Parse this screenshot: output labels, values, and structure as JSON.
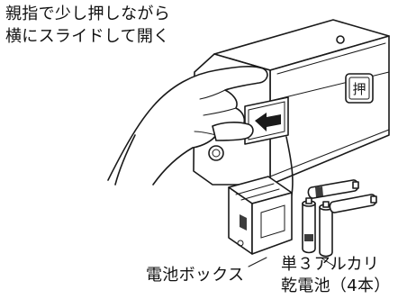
{
  "instruction": {
    "line1": "親指で少し押しながら",
    "line2": "横にスライドして開く"
  },
  "device_button_label": "押",
  "callouts": {
    "battery_box": "電池ボックス",
    "batteries_line1": "単３アルカリ",
    "batteries_line2": "乾電池（4本）"
  }
}
